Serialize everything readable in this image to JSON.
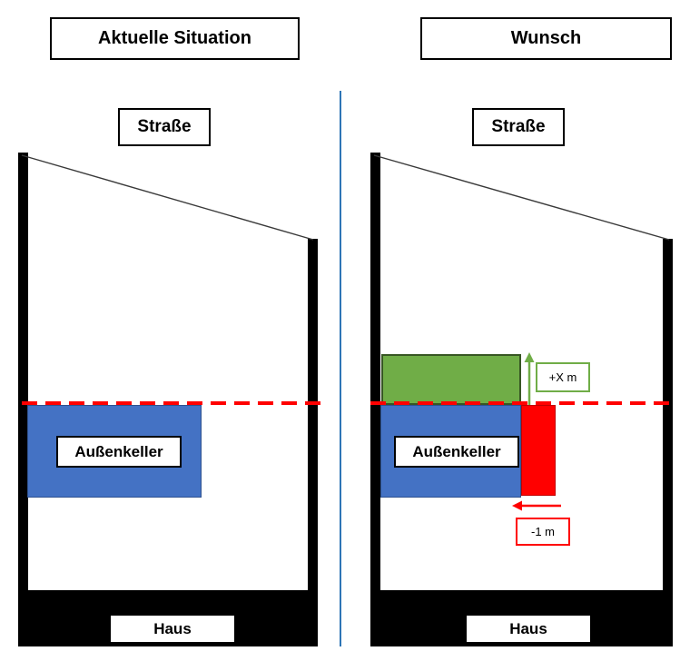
{
  "diagram": {
    "left_panel": {
      "title": "Aktuelle Situation",
      "street_label": "Straße",
      "cellar_label": "Außenkeller",
      "house_label": "Haus"
    },
    "right_panel": {
      "title": "Wunsch",
      "street_label": "Straße",
      "cellar_label": "Außenkeller",
      "house_label": "Haus",
      "raise_annotation": "+X m",
      "shift_annotation": "-1 m"
    },
    "colors": {
      "cellar_fill": "#4472C4",
      "extension_fill": "#70AD47",
      "extension_border": "#375623",
      "accent_red": "#FF0000",
      "panel_divider": "#2E75B6",
      "wall_black": "#000000"
    }
  }
}
